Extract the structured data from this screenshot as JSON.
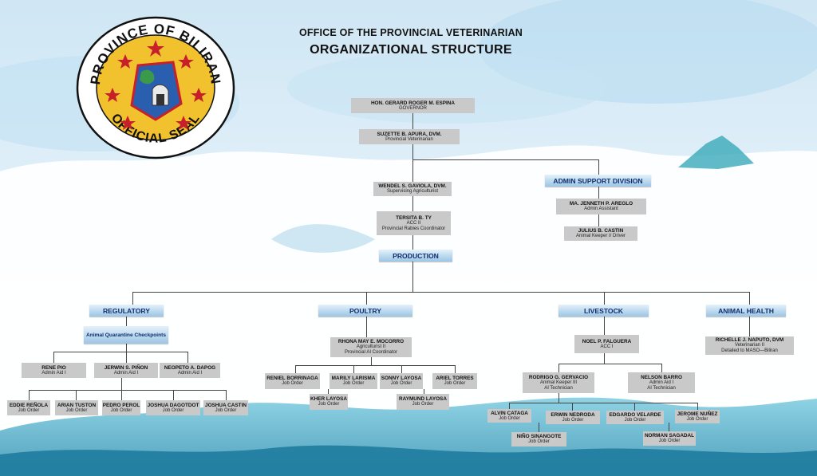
{
  "seal": {
    "ring_text_top": "PROVINCE OF BILIRAN",
    "ring_text_bottom": "OFFICIAL SEAL"
  },
  "header": {
    "office": "OFFICE OF THE PROVINCIAL VETERINARIAN",
    "title": "ORGANIZATIONAL STRUCTURE"
  },
  "top": [
    {
      "name": "HON. GERARD ROGER M. ESPINA",
      "role": [
        "GOVERNOR"
      ]
    },
    {
      "name": "SUZETTE B. APURA, DVM.",
      "role": [
        "Provincial Veterinarian"
      ]
    },
    {
      "name": "WENDEL S. GAVIOLA, DVM.",
      "role": [
        "Supervising Agriculturist"
      ]
    },
    {
      "name": "TERSITA B. TY",
      "role": [
        "ACC II",
        "Provincial Rabies Coordinator"
      ]
    }
  ],
  "admin": {
    "label": "ADMIN SUPPORT DIVISION",
    "staff": [
      {
        "name": "MA. JENNETH P. AREGLO",
        "role": [
          "Admin Assistant"
        ]
      },
      {
        "name": "JULIUS B. CASTIN",
        "role": [
          "Animal Keeper I/ Driver"
        ]
      }
    ]
  },
  "production": {
    "label": "PRODUCTION"
  },
  "regulatory": {
    "label": "REGULATORY",
    "checkpoints_label": "Animal Quarantine Checkpoints",
    "heads": [
      {
        "name": "RENE PIO",
        "role": [
          "Admin Aid I"
        ]
      },
      {
        "name": "JERWIN S. PIÑON",
        "role": [
          "Admin Aid I"
        ]
      },
      {
        "name": "NEOPETO A. DAPOG",
        "role": [
          "Admin Aid I"
        ]
      }
    ],
    "staff": [
      {
        "name": "EDDIE REÑOLA",
        "role": [
          "Job Order"
        ]
      },
      {
        "name": "ARIAN TUSTON",
        "role": [
          "Job Order"
        ]
      },
      {
        "name": "PEDRO PEROL",
        "role": [
          "Job Order"
        ]
      },
      {
        "name": "JOSHUA DAGOTDOT",
        "role": [
          "Job Order"
        ]
      },
      {
        "name": "JOSHUA CASTIN",
        "role": [
          "Job Order"
        ]
      }
    ]
  },
  "poultry": {
    "label": "POULTRY",
    "head": {
      "name": "RHONA MAY E. MOCORRO",
      "role": [
        "Agriculturist II",
        "Provincial AI Coordinator"
      ]
    },
    "staff": [
      {
        "name": "RENIEL BORRINAGA",
        "role": [
          "Job Order"
        ]
      },
      {
        "name": "MARILY LARISMA",
        "role": [
          "Job Order"
        ]
      },
      {
        "name": "SONNY LAYOSA",
        "role": [
          "Job Order"
        ]
      },
      {
        "name": "ARIEL TORRES",
        "role": [
          "Job Order"
        ]
      },
      {
        "name": "KHER LAYOSA",
        "role": [
          "Job Order"
        ]
      },
      {
        "name": "RAYMUND LAYOSA",
        "role": [
          "Job Order"
        ]
      }
    ]
  },
  "livestock": {
    "label": "LIVESTOCK",
    "head": {
      "name": "NOEL P. FALGUERA",
      "role": [
        "ACC I"
      ]
    },
    "leads": [
      {
        "name": "RODRIGO G. GERVACIO",
        "role": [
          "Animal Keeper III",
          "AI Technician"
        ]
      },
      {
        "name": "NELSON BARRO",
        "role": [
          "Admin Aid I",
          "AI Technician"
        ]
      }
    ],
    "staff": [
      {
        "name": "ALVIN CATAGA",
        "role": [
          "Job Order"
        ]
      },
      {
        "name": "ERWIN NEDRODA",
        "role": [
          "Job Order"
        ]
      },
      {
        "name": "EDGARDO VELARDE",
        "role": [
          "Job Order"
        ]
      },
      {
        "name": "JEROME NUÑEZ",
        "role": [
          "Job Order"
        ]
      },
      {
        "name": "NIÑO SINANGOTE",
        "role": [
          "Job Order"
        ]
      },
      {
        "name": "NORMAN SAGADAL",
        "role": [
          "Job Order"
        ]
      }
    ]
  },
  "animal_health": {
    "label": "ANIMAL HEALTH",
    "head": {
      "name": "RICHELLE J. NAPUTO, DVM",
      "role": [
        "Veterinarian II",
        "Detailed to MASO—Biliran"
      ]
    }
  },
  "colors": {
    "sky": "#cfe6f4",
    "cloud": "#ffffff",
    "mountain": "#4fb3c9",
    "box": "#c9c9c9",
    "header_text": "#0e2e6e",
    "seal_ring": "#ffffff",
    "seal_gold": "#f2c12e",
    "seal_star": "#c8202a",
    "seal_blue": "#2a5fb0"
  }
}
